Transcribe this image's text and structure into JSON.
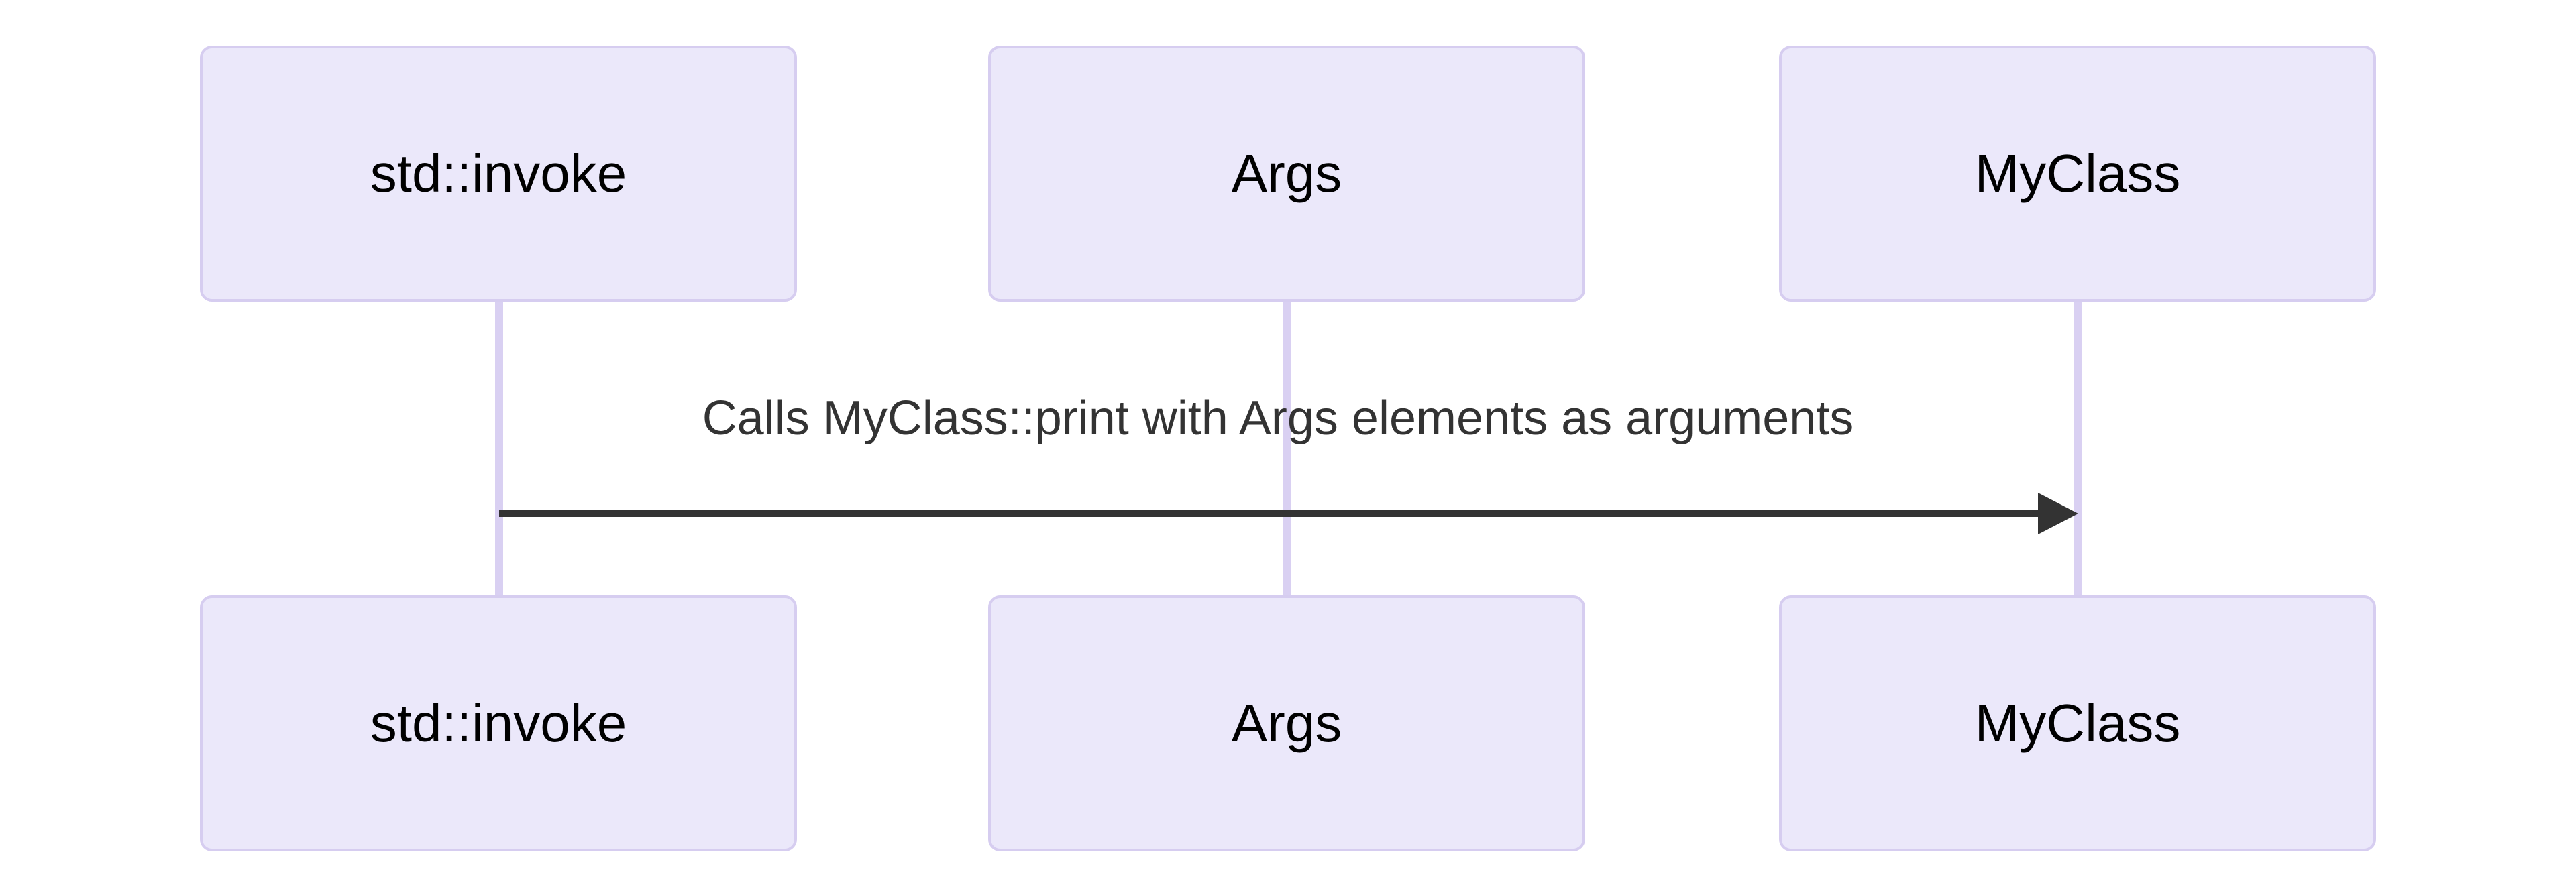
{
  "diagram": {
    "type": "sequence-diagram",
    "background_color": "#ffffff",
    "box_fill_color": "#ebe8fa",
    "box_border_color": "#d6cdf0",
    "lifeline_color": "#d9d0f2",
    "message_color": "#333333",
    "participants": [
      {
        "id": "std-invoke",
        "label": "std::invoke"
      },
      {
        "id": "args",
        "label": "Args"
      },
      {
        "id": "myclass",
        "label": "MyClass"
      }
    ],
    "messages": [
      {
        "label": "Calls MyClass::print with Args elements as arguments",
        "from": "std::invoke",
        "to": "MyClass",
        "arrow": "solid-filled-arrowhead",
        "direction": "right"
      }
    ]
  }
}
